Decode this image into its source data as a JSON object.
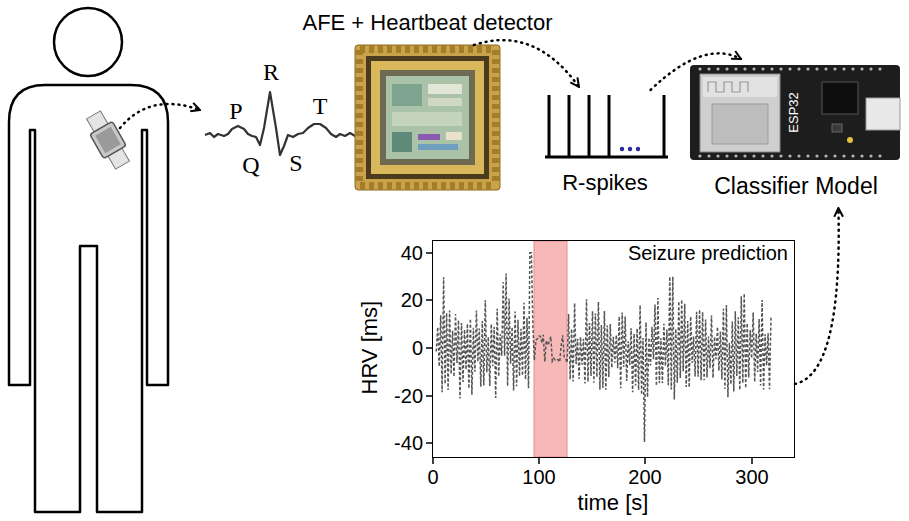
{
  "diagram": {
    "nodes": [
      {
        "text": [
          "AFE + Heartbeat detector"
        ]
      },
      {
        "text": [
          "R-spikes"
        ]
      },
      {
        "text": [
          "ESP32",
          "Classifier Model"
        ]
      },
      {
        "text": [
          "Seizure prediction"
        ]
      }
    ],
    "edges": [
      {
        "from": 0,
        "to": 1,
        "arrow": "to"
      },
      {
        "from": 1,
        "to": 2,
        "arrow": "to"
      },
      {
        "from": 3,
        "to": 2,
        "arrow": "to"
      }
    ],
    "labels": [
      "P",
      "R",
      "Q",
      "S",
      "T",
      "40",
      "20",
      "0",
      "-20",
      "-40",
      "0",
      "100",
      "200",
      "300",
      "HRV [ms]",
      "time [s]"
    ]
  }
}
